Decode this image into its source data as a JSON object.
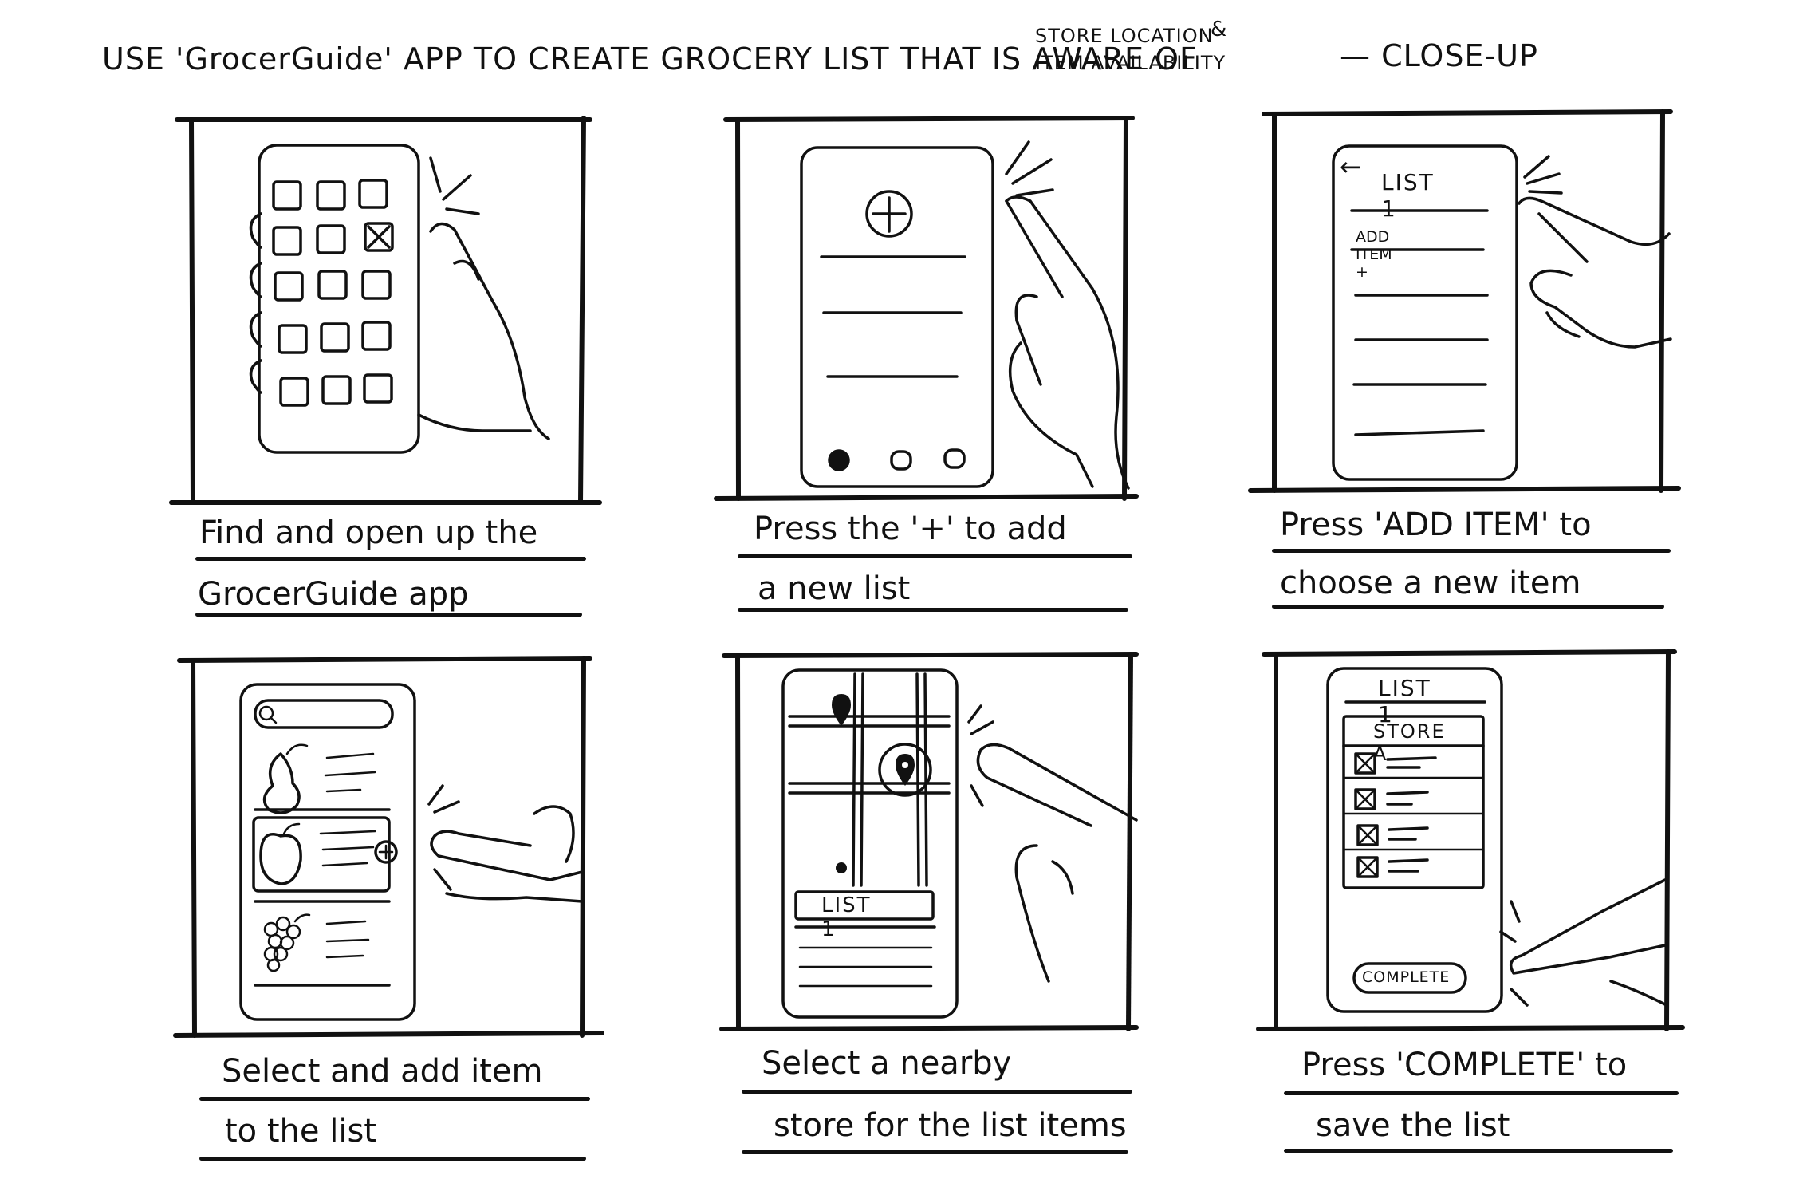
{
  "title": {
    "main": "USE 'GrocerGuide' APP TO CREATE GROCERY LIST THAT IS AWARE OF",
    "sub_line1": "STORE LOCATION",
    "sub_line2": "ITEM AVAILABILITY",
    "amp": "&",
    "closeup": "— CLOSE-UP"
  },
  "panels": [
    {
      "caption_line1": "Find and open up the",
      "caption_line2": "GrocerGuide app"
    },
    {
      "caption_line1": "Press the '+' to add",
      "caption_line2": "a new list"
    },
    {
      "caption_line1": "Press 'ADD ITEM' to",
      "caption_line2": "choose a new item"
    },
    {
      "caption_line1": "Select and add item",
      "caption_line2": "to the list"
    },
    {
      "caption_line1": "Select a nearby",
      "caption_line2": "store for the list items"
    },
    {
      "caption_line1": "Press 'COMPLETE' to",
      "caption_line2": "save the list"
    }
  ],
  "screens": {
    "list_screen": {
      "back_arrow": "←",
      "list_title": "LIST 1",
      "add_item": "ADD ITEM +"
    },
    "map_screen": {
      "list_label": "LIST 1"
    },
    "complete_screen": {
      "list_title": "LIST 1",
      "store_label": "STORE A",
      "complete_button": "COMPLETE"
    }
  },
  "icons": [
    "app-grid-icon",
    "plus-icon",
    "back-arrow-icon",
    "search-icon",
    "pear-icon",
    "apple-icon",
    "grapes-icon",
    "map-pin-icon",
    "checkbox-icon"
  ]
}
